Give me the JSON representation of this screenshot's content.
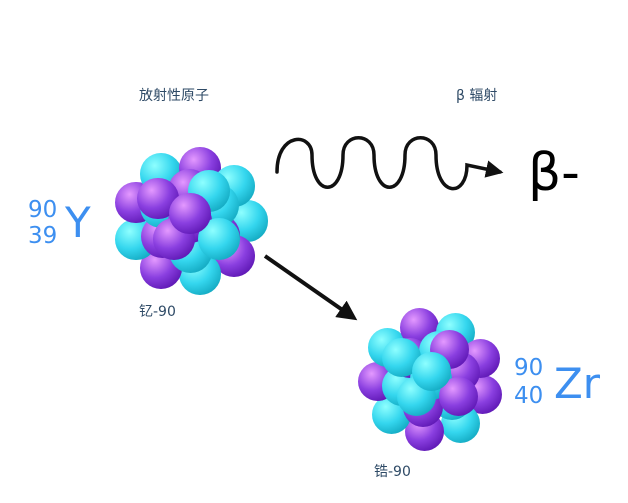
{
  "labels": {
    "radioactive_atom": "放射性原子",
    "beta_radiation": "β 辐射",
    "parent_name": "钇-90",
    "daughter_name": "锆-90"
  },
  "parent": {
    "mass_number": "90",
    "atomic_number": "39",
    "symbol": "Y"
  },
  "daughter": {
    "mass_number": "90",
    "atomic_number": "40",
    "symbol": "Zr"
  },
  "particle": {
    "symbol": "β-"
  },
  "colors": {
    "proton": "#8a3fe0",
    "neutron": "#34d6ee",
    "symbol_text": "#3d8ff0",
    "caption_text": "#2e4a66",
    "arrow": "#111111"
  },
  "icons": {
    "wave": "beta-wave-arrow-icon",
    "decay": "decay-arrow-icon"
  }
}
